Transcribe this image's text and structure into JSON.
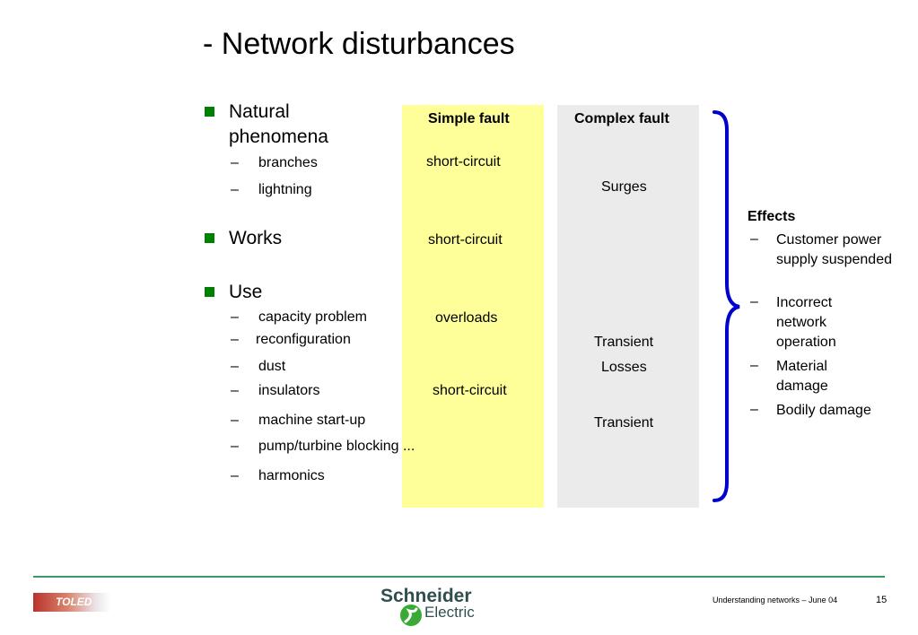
{
  "title": "- Network disturbances",
  "sections": [
    {
      "label": "Natural",
      "label2": "phenomena",
      "items": [
        "branches",
        "lightning"
      ]
    },
    {
      "label": "Works",
      "items": []
    },
    {
      "label": "Use",
      "items": [
        "capacity problem",
        "reconfiguration",
        "dust",
        "insulators",
        "machine start-up",
        "pump/turbine blocking ...",
        "harmonics"
      ]
    }
  ],
  "dash_glyph": "–",
  "simple_fault": {
    "header": "Simple fault",
    "cells": [
      "short-circuit",
      "short-circuit",
      "overloads",
      "short-circuit"
    ]
  },
  "complex_fault": {
    "header": "Complex fault",
    "cells": [
      "Surges",
      "Transient",
      "Losses",
      "Transient"
    ]
  },
  "effects": {
    "title": "Effects",
    "items": [
      "Customer power supply suspended",
      "Incorrect network operation",
      "Material damage",
      "Bodily damage"
    ]
  },
  "footer": {
    "logo_left_text": "TOLED",
    "brand_top": "Schneider",
    "brand_bottom": "Electric",
    "caption": "Understanding networks – June 04",
    "page_number": "15"
  },
  "colors": {
    "bullet": "#008000",
    "simple_bg": "#ffff99",
    "complex_bg": "#ebebeb",
    "brace": "#0000cc",
    "footer_line": "#3a9a63"
  },
  "icons": [
    "square-bullet-icon",
    "curly-brace-icon",
    "schneider-logo-icon"
  ]
}
